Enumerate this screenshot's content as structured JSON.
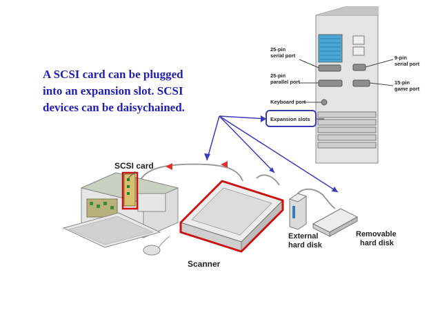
{
  "caption": {
    "lines": [
      "A SCSI card can be plugged",
      "into an expansion slot.  SCSI",
      "devices can be daisychained."
    ]
  },
  "tower_labels": {
    "serial_25_line1": "25-pin",
    "serial_25_line2": "serial port",
    "serial_9_line1": "9-pin",
    "serial_9_line2": "serial port",
    "parallel_line1": "25-pin",
    "parallel_line2": "parallel port",
    "game_line1": "15-pin",
    "game_line2": "game port",
    "keyboard": "Keyboard port",
    "expansion": "Expansion slots"
  },
  "device_labels": {
    "scsi_card": "SCSI card",
    "external_line1": "External",
    "external_line2": "hard disk",
    "removable_line1": "Removable",
    "removable_line2": "hard disk",
    "scanner": "Scanner"
  },
  "colors": {
    "caption_blue": "#1f1fb4",
    "highlight_red": "#cc1111",
    "callout_blue": "#3a3ab8"
  }
}
